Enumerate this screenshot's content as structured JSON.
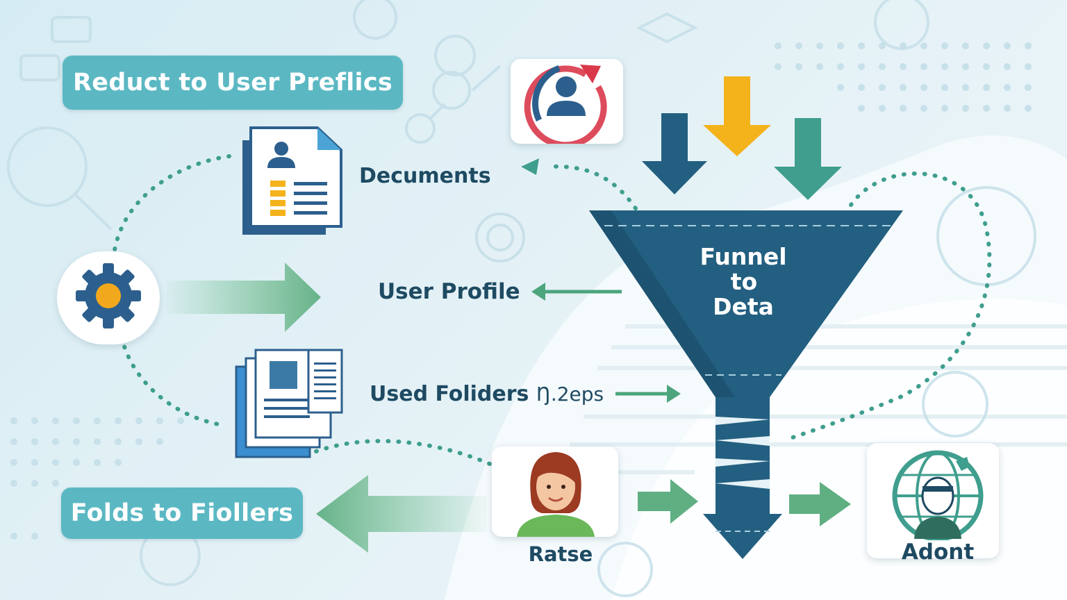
{
  "top_banner": {
    "label": "Reduct to User Preflics"
  },
  "bottom_banner": {
    "label": "Folds to Fiollers"
  },
  "nodes": {
    "documents": "Decuments",
    "user_profile": "User Profile",
    "used_folders": "Used Foliders",
    "used_folders_suffix": "Ŋ.2eps",
    "person": "Ratse",
    "agent": "Adont"
  },
  "funnel": {
    "line1": "Funnel",
    "line2": "to",
    "line3": "Deta"
  },
  "colors": {
    "teal_banner": "#5bb8c3",
    "funnel_blue": "#235f80",
    "arrow_green": "#5faf82",
    "arrow_yellow": "#f4b21b",
    "arrow_teal": "#3f9e8e",
    "gear_blue": "#2c5f8d",
    "gear_center": "#f2a81d",
    "refresh_red": "#d9394a",
    "dotted_line": "#3f9e8e"
  },
  "icons": [
    "refresh-user-icon",
    "document-user-icon",
    "gear-icon",
    "folders-icon",
    "person-avatar-icon",
    "globe-agent-icon"
  ]
}
